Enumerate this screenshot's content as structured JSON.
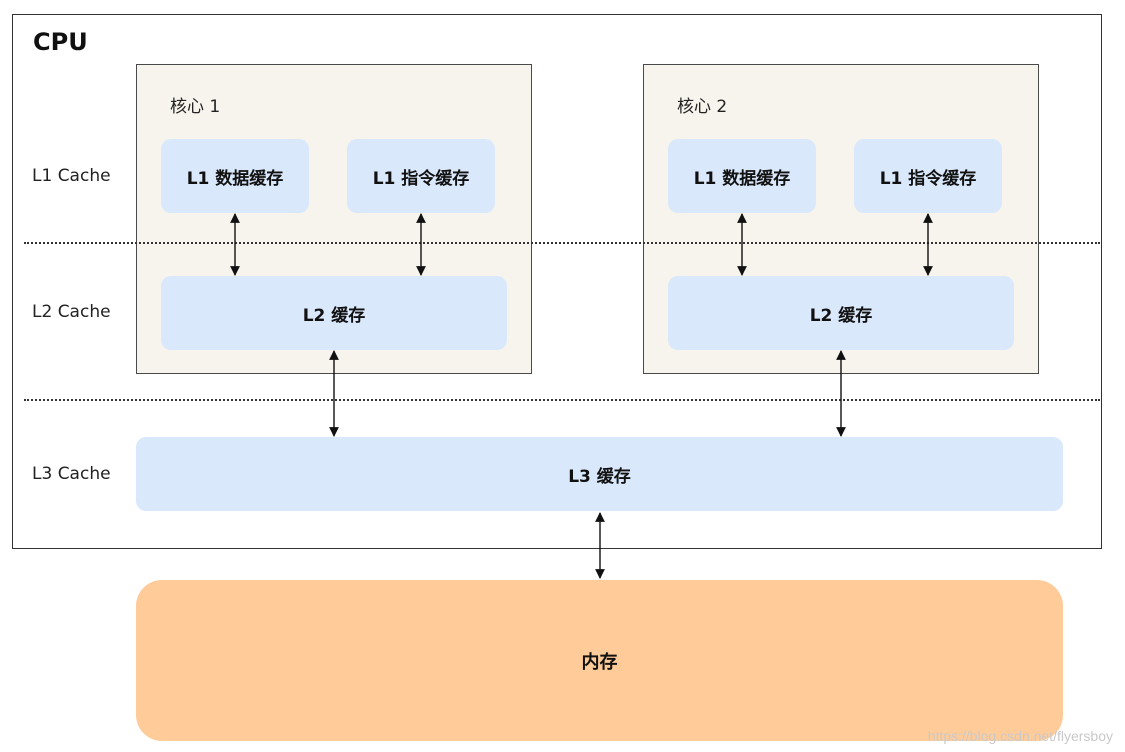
{
  "cpu": {
    "title": "CPU"
  },
  "levels": {
    "l1": "L1 Cache",
    "l2": "L2 Cache",
    "l3": "L3 Cache"
  },
  "cores": [
    {
      "title": "核心 1",
      "l1_data": "L1 数据缓存",
      "l1_instruction": "L1 指令缓存",
      "l2": "L2 缓存"
    },
    {
      "title": "核心 2",
      "l1_data": "L1 数据缓存",
      "l1_instruction": "L1 指令缓存",
      "l2": "L2 缓存"
    }
  ],
  "l3": "L3 缓存",
  "memory": "内存",
  "watermark": "https://blog.csdn.net/flyersboy",
  "colors": {
    "cache_fill": "#dae8fc",
    "core_fill": "#f6f4ec",
    "memory_fill": "#ffcc99"
  }
}
